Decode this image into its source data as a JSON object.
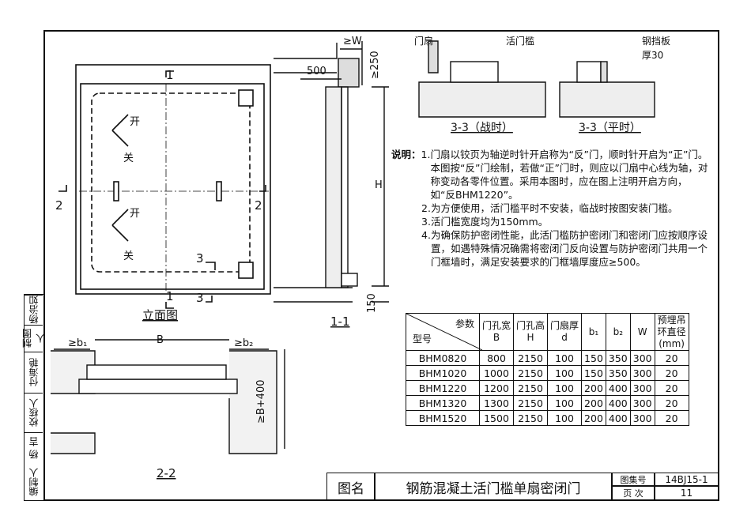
{
  "sidebar": [
    "编制人",
    "杨 吉",
    "校核人",
    "付海艳",
    "制图人",
    "杨治如"
  ],
  "drawings": {
    "elevation": {
      "title": "立面图",
      "open": "开",
      "close": "关",
      "sec1": "1",
      "sec2": "2",
      "sec3": "3"
    },
    "section11": {
      "title": "1-1",
      "dim_w": "≥W",
      "dim_500": "500",
      "dim_250": "≥250",
      "dim_h": "H",
      "dim_150": "150"
    },
    "section22": {
      "title": "2-2",
      "b1": "≥b₁",
      "b": "B",
      "b2": "≥b₂",
      "b400": "≥B+400"
    },
    "section33": {
      "war_title": "3-3（战时）",
      "peace_title": "3-3（平时）",
      "door_leaf": "门扇",
      "threshold": "活门槛",
      "plate": "钢挡板",
      "plate_thick": "厚30"
    }
  },
  "notes": {
    "head": "说明：",
    "items": [
      "门扇以铰页为轴逆时针开启称为“反”门，顺时针开启为“正”门。本图按“反”门绘制，若做“正”门时，则应以门扇中心线为轴，对称变动各零件位置。采用本图时，应在图上注明开启方向，如“反BHM1220”。",
      "为方便使用，活门槛平时不安装，临战时按图安装门槛。",
      "活门槛宽度均为150mm。",
      "为确保防护密闭性能，此活门槛防护密闭门和密闭门应按顺序设置，如遇特殊情况确需将密闭门反向设置与防护密闭门共用一个门框墙时，满足安装要求的门框墙厚度应≥500。"
    ]
  },
  "table": {
    "corner_top": "参数",
    "corner_bottom": "型号",
    "headers": [
      "门孔宽\nB",
      "门孔高\nH",
      "门扇厚\nd",
      "b₁",
      "b₂",
      "W",
      "预埋吊\n环直径\n(mm)"
    ],
    "rows": [
      [
        "BHM0820",
        "800",
        "2150",
        "100",
        "150",
        "350",
        "300",
        "20"
      ],
      [
        "BHM1020",
        "1000",
        "2150",
        "100",
        "150",
        "350",
        "300",
        "20"
      ],
      [
        "BHM1220",
        "1200",
        "2150",
        "100",
        "200",
        "400",
        "300",
        "20"
      ],
      [
        "BHM1320",
        "1300",
        "2150",
        "100",
        "200",
        "400",
        "300",
        "20"
      ],
      [
        "BHM1520",
        "1500",
        "2150",
        "100",
        "200",
        "400",
        "300",
        "20"
      ]
    ]
  },
  "title_block": {
    "label": "图名",
    "name": "钢筋混凝土活门槛单扇密闭门",
    "atlas_label": "图集号",
    "atlas_no": "14BJ15-1",
    "page_label": "页 次",
    "page_no": "11"
  }
}
